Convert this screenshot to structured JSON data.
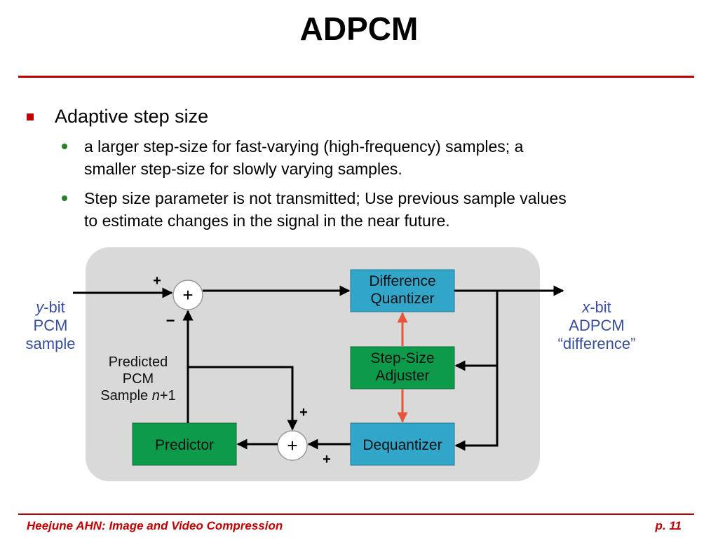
{
  "slide": {
    "title": "ADPCM",
    "bullet": "Adaptive step size",
    "sub_bullets": [
      [
        "a larger step-size for fast-varying (high-frequency) samples; a",
        "smaller step-size for slowly varying samples."
      ],
      [
        "Step size parameter is not transmitted; Use previous sample values",
        "to estimate changes in the signal in the near future."
      ]
    ]
  },
  "diagram": {
    "blocks": {
      "quantizer": [
        "Difference",
        "Quantizer"
      ],
      "step_size": [
        "Step-Size",
        "Adjuster"
      ],
      "dequantizer": "Dequantizer",
      "predictor": "Predictor"
    },
    "summer_symbol": "+",
    "sign_plus": "+",
    "sign_minus": "−",
    "input_label": {
      "prefix": "y",
      "suffix": "-bit",
      "line2": "PCM",
      "line3": "sample"
    },
    "output_label": {
      "prefix": "x",
      "suffix": "-bit",
      "line2": "ADPCM",
      "line3": "“difference”"
    },
    "predicted_label": {
      "line1": "Predicted",
      "line2": "PCM",
      "line3_prefix": "Sample ",
      "line3_var": "n",
      "line3_suffix": "+1"
    },
    "colors": {
      "panel": "#d9d9d9",
      "quantizer_fill": "#31a6c9",
      "step_fill": "#0d9a4a",
      "dequant_fill": "#31a6c9",
      "predictor_fill": "#0d9a4a",
      "label_blue": "#3a4f9c",
      "feedback_arrow": "#e8553a"
    }
  },
  "footer": {
    "left": "Heejune AHN: Image and Video Compression",
    "right": "p. 11"
  }
}
